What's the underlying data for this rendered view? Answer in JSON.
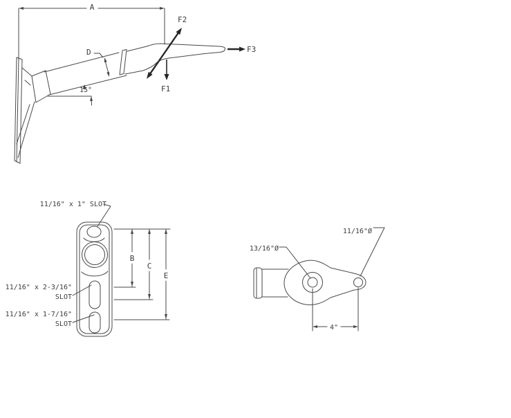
{
  "drawing": {
    "type": "technical-drawing",
    "background": "#ffffff",
    "line_color": "#474747",
    "views": {
      "side_view": {
        "title": "side elevation with load directions",
        "labels": {
          "dim_a": "A",
          "dim_d": "D",
          "angle": "15°",
          "force_f1": "F1",
          "force_f2": "F2",
          "force_f3": "F3"
        }
      },
      "front_view": {
        "title": "mounting plate front view",
        "labels": {
          "top_slot": "11/16\" x 1\" SLOT",
          "middle_slot_line1": "11/16\" x 2-3/16\"",
          "middle_slot_line2": "SLOT",
          "bottom_slot_line1": "11/16\" x 1-7/16\"",
          "bottom_slot_line2": "SLOT",
          "dim_b": "B",
          "dim_c": "C",
          "dim_e": "E"
        }
      },
      "top_view": {
        "title": "arm top view",
        "labels": {
          "center_hole_dia": "13/16\"Ø",
          "end_hole_dia": "11/16\"Ø",
          "hole_spacing": "4\""
        }
      }
    }
  }
}
